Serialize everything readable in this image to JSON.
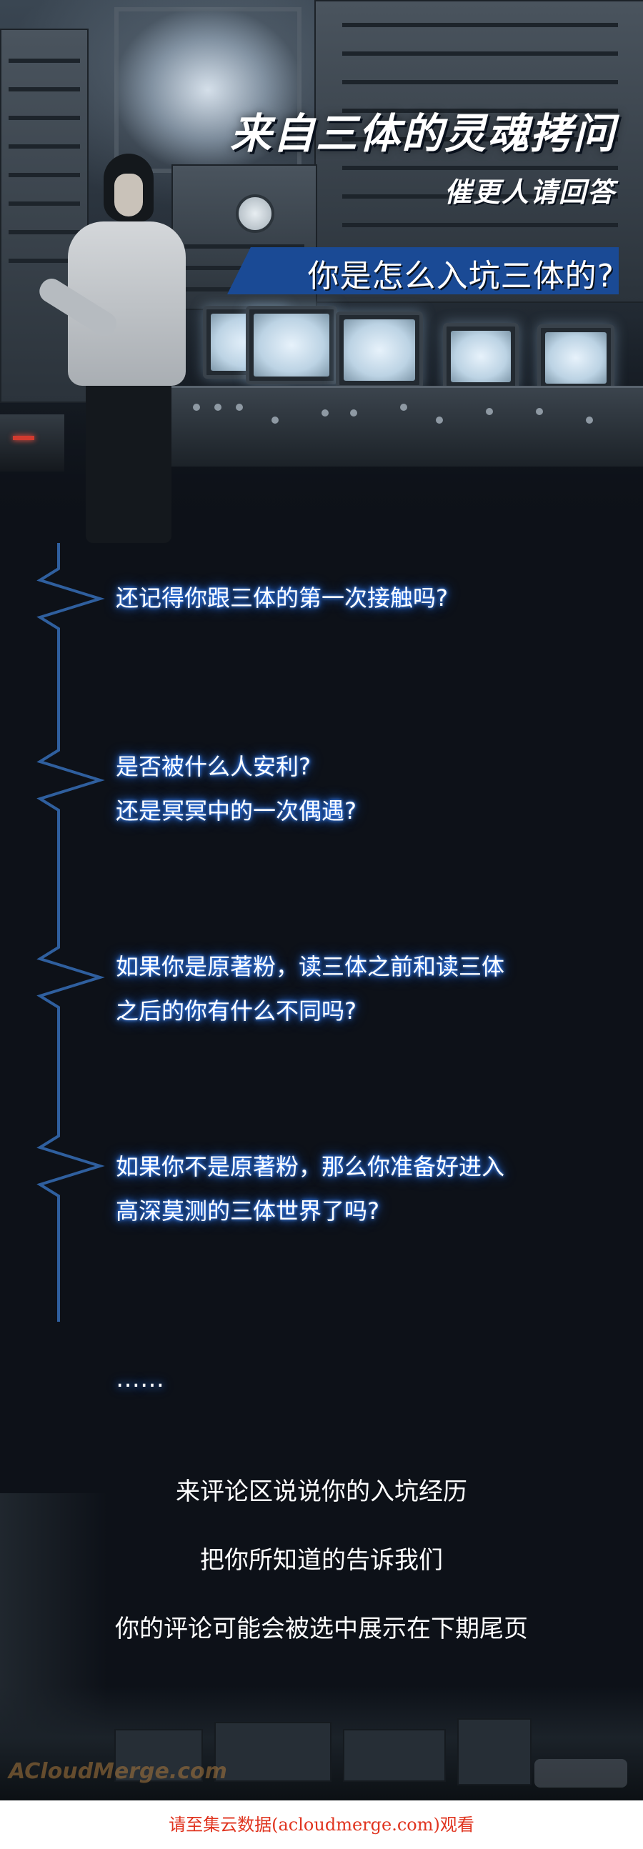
{
  "header": {
    "title": "来自三体的灵魂拷问",
    "subtitle": "催更人请回答",
    "question": "你是怎么入坑三体的?"
  },
  "questions": [
    {
      "lines": [
        "还记得你跟三体的第一次接触吗?"
      ]
    },
    {
      "lines": [
        "是否被什么人安利?",
        "还是冥冥中的一次偶遇?"
      ]
    },
    {
      "lines": [
        "如果你是原著粉，读三体之前和读三体",
        "之后的你有什么不同吗?"
      ]
    },
    {
      "lines": [
        "如果你不是原著粉，那么你准备好进入",
        "高深莫测的三体世界了吗?"
      ]
    }
  ],
  "ellipsis": "……",
  "closing": {
    "line1": "来评论区说说你的入坑经历",
    "line2": "把你所知道的告诉我们",
    "line3": "你的评论可能会被选中展示在下期尾页"
  },
  "footer": {
    "notice": "请至集云数据(acloudmerge.com)观看"
  },
  "colors": {
    "background": "#0d1118",
    "banner": "#1a4a95",
    "glow": "#2e7dff",
    "timeline": "#2f5f9e",
    "footer_text": "#e0341f"
  }
}
